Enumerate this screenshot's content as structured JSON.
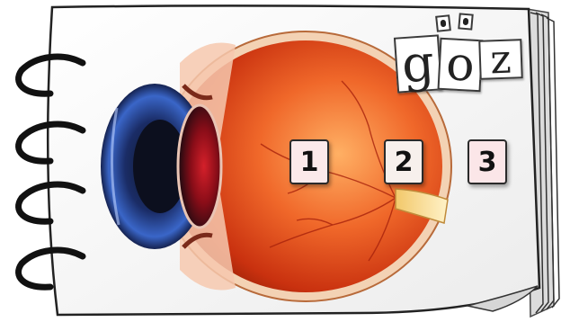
{
  "logo": {
    "letters": [
      "g",
      "o",
      "z"
    ]
  },
  "markers": [
    "1",
    "2",
    "3"
  ],
  "colors": {
    "paper": "#f7f7f7",
    "ring": "#111111",
    "eyeball": "#e2451a",
    "iris": "#1f3d8a",
    "marker_bg": "#fbe9ea"
  }
}
